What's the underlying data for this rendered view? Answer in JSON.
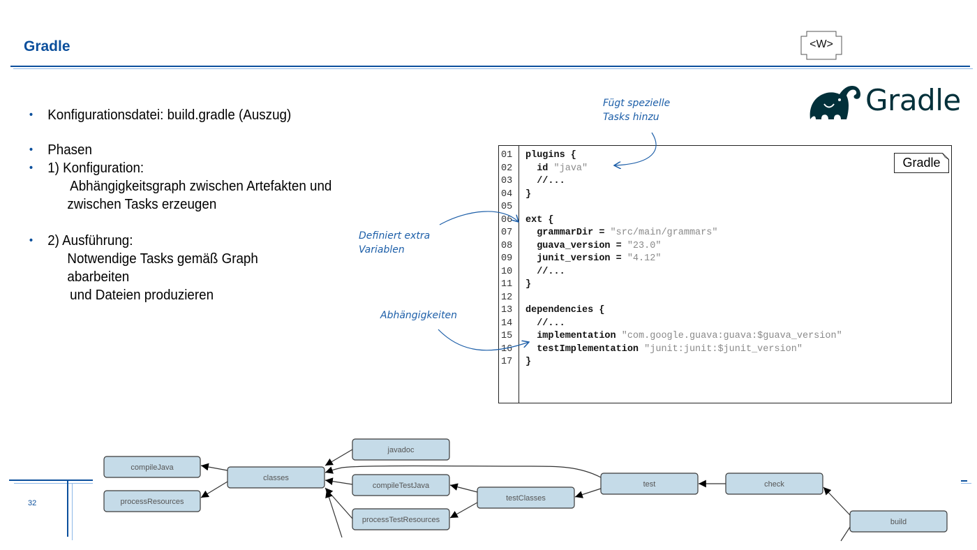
{
  "header": {
    "title": "Gradle",
    "badge_text": "<W>",
    "logo_wordmark": "Gradle"
  },
  "bullets": [
    {
      "text": "Konfigurationsdatei:  build.gradle (Auszug)"
    },
    {
      "text": "Phasen"
    },
    {
      "text": "1) Konfiguration:",
      "sub": [
        "Abhängigkeitsgraph zwischen Artefakten und",
        "zwischen Tasks erzeugen"
      ]
    },
    {
      "text": "2) Ausführung:",
      "sub": [
        "Notwendige Tasks gemäß Graph",
        "abarbeiten",
        "und Dateien produzieren"
      ]
    }
  ],
  "annotations": {
    "plugins": [
      "Fügt spezielle",
      "Tasks hinzu"
    ],
    "ext": [
      "Definiert extra",
      "Variablen"
    ],
    "dependencies": [
      "Abhängigkeiten"
    ]
  },
  "code": {
    "language_tag": "Gradle",
    "lines": [
      {
        "no": "01",
        "parts": [
          {
            "t": "plugins {",
            "c": "kw"
          }
        ]
      },
      {
        "no": "02",
        "parts": [
          {
            "t": "  id ",
            "c": "kw"
          },
          {
            "t": "\"java\"",
            "c": "str"
          }
        ]
      },
      {
        "no": "03",
        "parts": [
          {
            "t": "  //...",
            "c": "kw"
          }
        ]
      },
      {
        "no": "04",
        "parts": [
          {
            "t": "}",
            "c": "kw"
          }
        ]
      },
      {
        "no": "05",
        "parts": []
      },
      {
        "no": "06",
        "parts": [
          {
            "t": "ext {",
            "c": "kw"
          }
        ]
      },
      {
        "no": "07",
        "parts": [
          {
            "t": "  grammarDir = ",
            "c": "kw"
          },
          {
            "t": "\"src/main/grammars\"",
            "c": "str"
          }
        ]
      },
      {
        "no": "08",
        "parts": [
          {
            "t": "  guava_version = ",
            "c": "kw"
          },
          {
            "t": "\"23.0\"",
            "c": "str"
          }
        ]
      },
      {
        "no": "09",
        "parts": [
          {
            "t": "  junit_version = ",
            "c": "kw"
          },
          {
            "t": "\"4.12\"",
            "c": "str"
          }
        ]
      },
      {
        "no": "10",
        "parts": [
          {
            "t": "  //...",
            "c": "kw"
          }
        ]
      },
      {
        "no": "11",
        "parts": [
          {
            "t": "}",
            "c": "kw"
          }
        ]
      },
      {
        "no": "12",
        "parts": []
      },
      {
        "no": "13",
        "parts": [
          {
            "t": "dependencies {",
            "c": "kw"
          }
        ]
      },
      {
        "no": "14",
        "parts": [
          {
            "t": "  //...",
            "c": "kw"
          }
        ]
      },
      {
        "no": "15",
        "parts": [
          {
            "t": "  implementation ",
            "c": "kw"
          },
          {
            "t": "\"com.google.guava:guava:$guava_version\"",
            "c": "str"
          }
        ]
      },
      {
        "no": "16",
        "parts": [
          {
            "t": "  testImplementation ",
            "c": "kw"
          },
          {
            "t": "\"junit:junit:$junit_version\"",
            "c": "str"
          }
        ]
      },
      {
        "no": "17",
        "parts": [
          {
            "t": "}",
            "c": "kw"
          }
        ]
      }
    ]
  },
  "task_graph": {
    "nodes": [
      {
        "id": "compileJava",
        "label": "compileJava"
      },
      {
        "id": "processResources",
        "label": "processResources"
      },
      {
        "id": "classes",
        "label": "classes"
      },
      {
        "id": "javadoc",
        "label": "javadoc"
      },
      {
        "id": "compileTestJava",
        "label": "compileTestJava"
      },
      {
        "id": "processTestResources",
        "label": "processTestResources"
      },
      {
        "id": "testClasses",
        "label": "testClasses"
      },
      {
        "id": "test",
        "label": "test"
      },
      {
        "id": "check",
        "label": "check"
      },
      {
        "id": "build",
        "label": "build"
      }
    ],
    "edges": [
      {
        "from": "classes",
        "to": "compileJava"
      },
      {
        "from": "classes",
        "to": "processResources"
      },
      {
        "from": "javadoc",
        "to": "classes"
      },
      {
        "from": "compileTestJava",
        "to": "classes"
      },
      {
        "from": "processTestResources",
        "to": "classes"
      },
      {
        "from": "test",
        "to": "classes"
      },
      {
        "from": "testClasses",
        "to": "compileTestJava"
      },
      {
        "from": "testClasses",
        "to": "processTestResources"
      },
      {
        "from": "test",
        "to": "testClasses"
      },
      {
        "from": "check",
        "to": "test"
      },
      {
        "from": "build",
        "to": "check"
      }
    ]
  },
  "footer": {
    "page_number": "32"
  },
  "colors": {
    "accent_blue": "#0b4f9c",
    "light_blue": "#8db8e8",
    "annotation_blue": "#1c5ea8",
    "gradle_dark": "#02303a",
    "node_fill": "#c5dbe8"
  }
}
